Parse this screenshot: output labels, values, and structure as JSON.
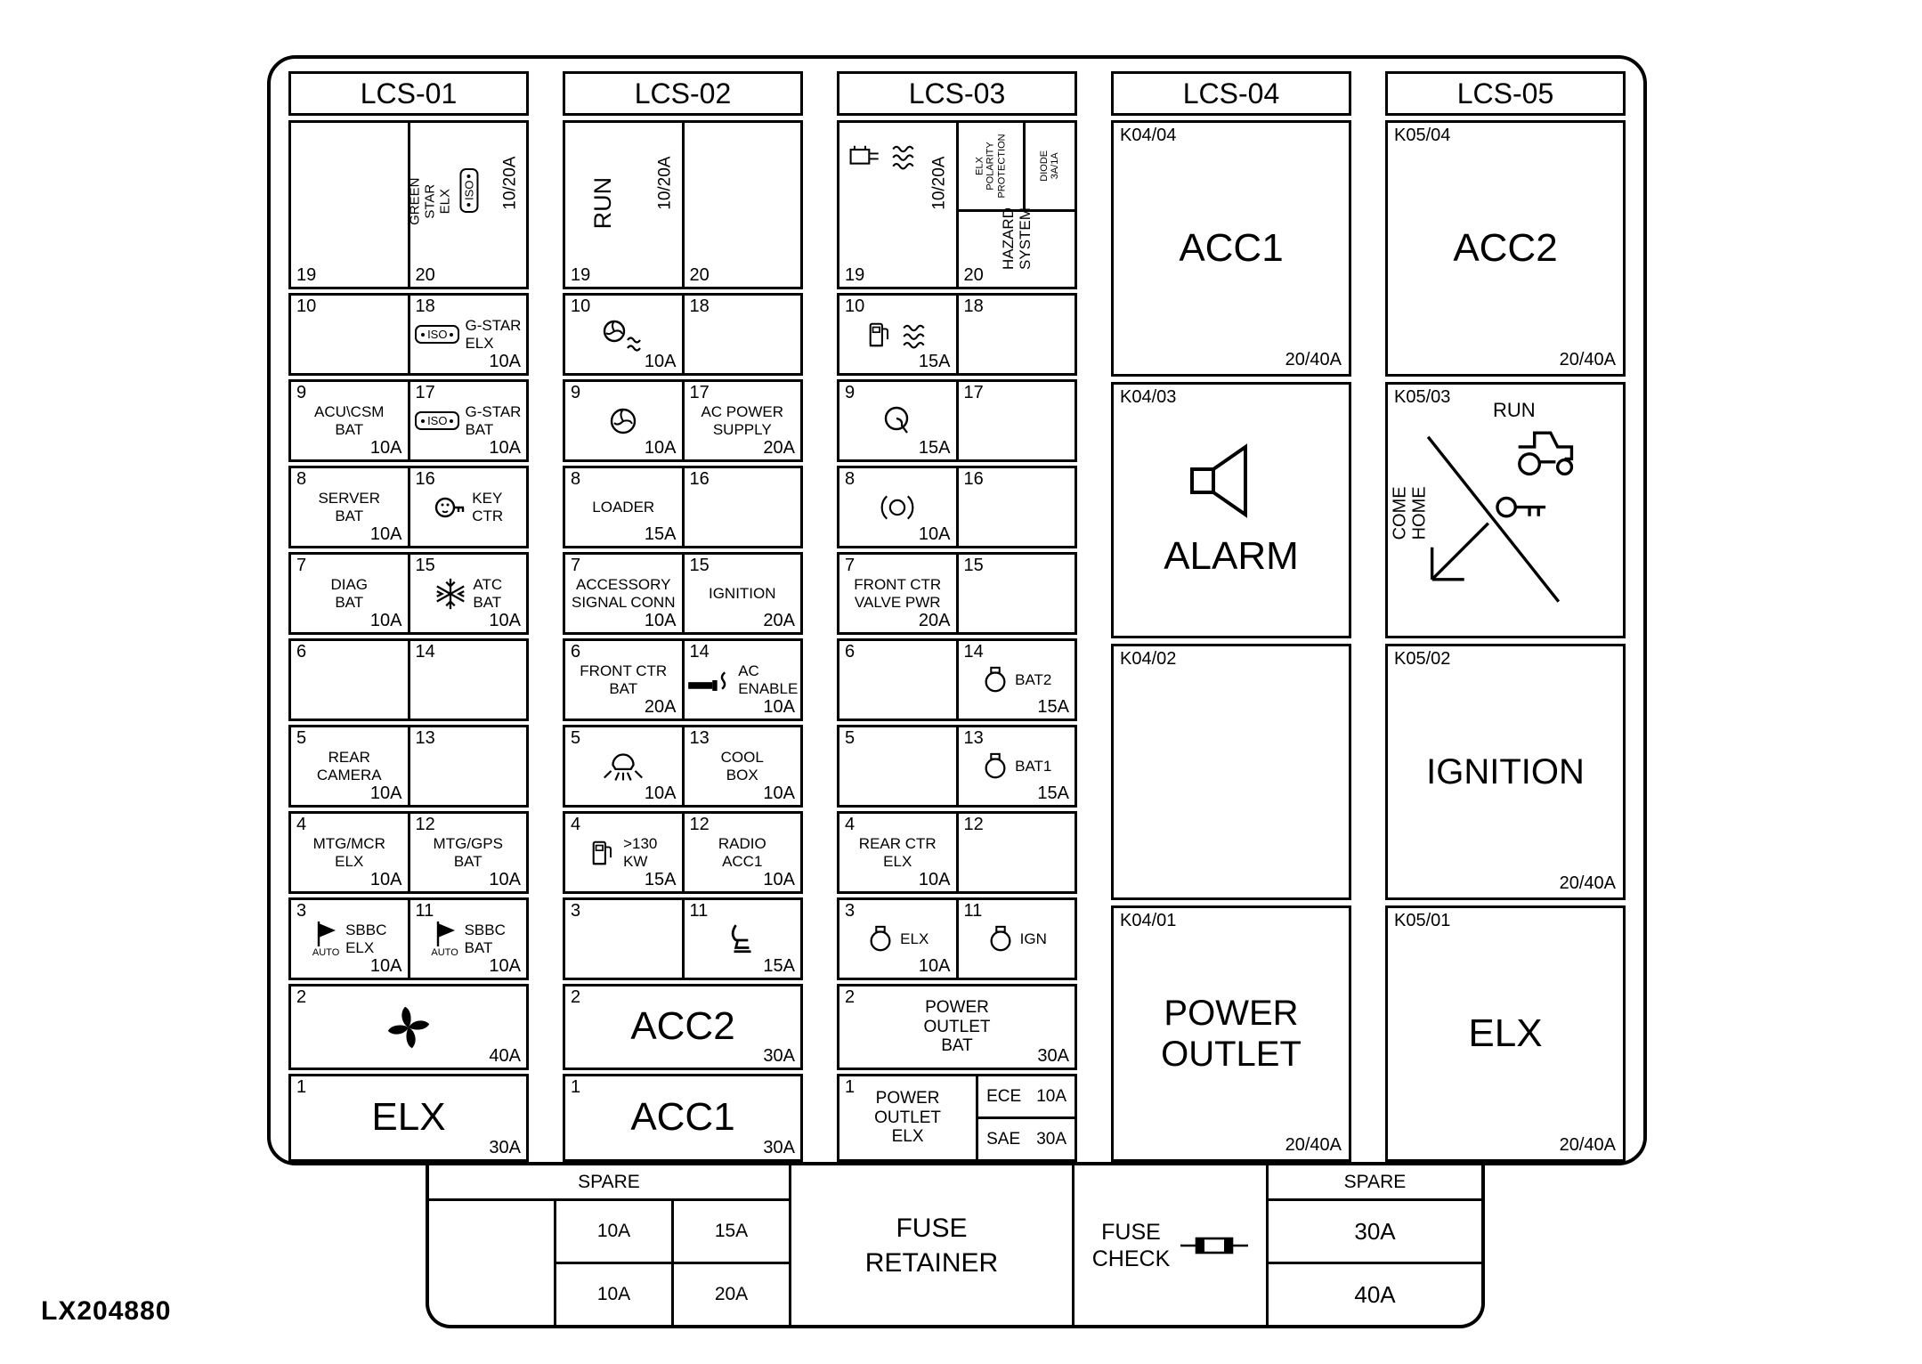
{
  "figure_label": "LX204880",
  "headers": {
    "lcs01": "LCS-01",
    "lcs02": "LCS-02",
    "lcs03": "LCS-03",
    "lcs04": "LCS-04",
    "lcs05": "LCS-05"
  },
  "icons": {
    "iso-connector-icon": "rounded chip with ISO text and pin dots",
    "key-icon": "key head with teeth",
    "snowflake-icon": "snowflake",
    "auto-flag-icon": "black pennant flag",
    "fan-icon": "four-blade fan",
    "heater-fan-icon": "fan circle with heat waves",
    "blower-fan-icon": "fan circle",
    "cigarette-lighter-icon": "lighter bar with smoke",
    "work-light-icon": "lamp dome with rays",
    "fuel-pump-icon": "fuel pump with hose",
    "seat-icon": "seat profile",
    "cab-heater-icon": "heater box",
    "heat-waves-icon": "triple wavy lines",
    "horn-icon": "circle with curl",
    "brake-icon": "circle between arcs",
    "lamp-icon": "round lamp with top nub",
    "alarm-speaker-icon": "horn speaker",
    "come-home-run-icon": "tractor, key, arrow and diagonal line",
    "fuse-symbol-icon": "cartridge fuse on a wire"
  },
  "lcs01": {
    "c19": {
      "num": "19"
    },
    "c20": {
      "num": "20",
      "label": "GREEN\nSTAR\nELX",
      "icon_text": "ISO",
      "amp": "10/20A"
    },
    "c10": {
      "num": "10"
    },
    "c18": {
      "num": "18",
      "icon_text": "ISO",
      "label": "G-STAR\nELX",
      "amp": "10A"
    },
    "c9": {
      "num": "9",
      "label": "ACU\\CSM\nBAT",
      "amp": "10A"
    },
    "c17": {
      "num": "17",
      "icon_text": "ISO",
      "label": "G-STAR\nBAT",
      "amp": "10A"
    },
    "c8": {
      "num": "8",
      "label": "SERVER\nBAT",
      "amp": "10A"
    },
    "c16": {
      "num": "16",
      "label": "KEY\nCTR"
    },
    "c7": {
      "num": "7",
      "label": "DIAG\nBAT",
      "amp": "10A"
    },
    "c15": {
      "num": "15",
      "label": "ATC\nBAT",
      "amp": "10A"
    },
    "c6": {
      "num": "6"
    },
    "c14": {
      "num": "14"
    },
    "c5": {
      "num": "5",
      "label": "REAR\nCAMERA",
      "amp": "10A"
    },
    "c13": {
      "num": "13"
    },
    "c4": {
      "num": "4",
      "label": "MTG/MCR\nELX",
      "amp": "10A"
    },
    "c12": {
      "num": "12",
      "label": "MTG/GPS\nBAT",
      "amp": "10A"
    },
    "c3": {
      "num": "3",
      "flag_text": "AUTO",
      "label": "SBBC\nELX",
      "amp": "10A"
    },
    "c11": {
      "num": "11",
      "flag_text": "AUTO",
      "label": "SBBC\nBAT",
      "amp": "10A"
    },
    "c2": {
      "num": "2",
      "amp": "40A"
    },
    "c1": {
      "num": "1",
      "label": "ELX",
      "amp": "30A"
    }
  },
  "lcs02": {
    "c19": {
      "num": "19",
      "label": "RUN",
      "amp": "10/20A"
    },
    "c20": {
      "num": "20"
    },
    "c10": {
      "num": "10",
      "amp": "10A"
    },
    "c18": {
      "num": "18"
    },
    "c9": {
      "num": "9",
      "amp": "10A"
    },
    "c17": {
      "num": "17",
      "label": "AC POWER\nSUPPLY",
      "amp": "20A"
    },
    "c8": {
      "num": "8",
      "label": "LOADER",
      "amp": "15A"
    },
    "c16": {
      "num": "16"
    },
    "c7": {
      "num": "7",
      "label": "ACCESSORY\nSIGNAL CONN",
      "amp": "10A"
    },
    "c15": {
      "num": "15",
      "label": "IGNITION",
      "amp": "20A"
    },
    "c6": {
      "num": "6",
      "label": "FRONT CTR\nBAT",
      "amp": "20A"
    },
    "c14": {
      "num": "14",
      "label": "AC\nENABLE",
      "amp": "10A"
    },
    "c5": {
      "num": "5",
      "amp": "10A"
    },
    "c13": {
      "num": "13",
      "label": "COOL\nBOX",
      "amp": "10A"
    },
    "c4": {
      "num": "4",
      "label": ">130\nKW",
      "amp": "15A"
    },
    "c12": {
      "num": "12",
      "label": "RADIO\nACC1",
      "amp": "10A"
    },
    "c3": {
      "num": "3"
    },
    "c11": {
      "num": "11",
      "amp": "15A"
    },
    "c2": {
      "num": "2",
      "label": "ACC2",
      "amp": "30A"
    },
    "c1": {
      "num": "1",
      "label": "ACC1",
      "amp": "30A"
    }
  },
  "lcs03": {
    "c19": {
      "num": "19",
      "amp": "10/20A"
    },
    "c20": {
      "num": "20",
      "diode_label": "ELX\nPOLARITY\nPROTECTION",
      "diode_rating": "DIODE\n3A/1A",
      "hazard_label": "HAZARD\nSYSTEM"
    },
    "c10": {
      "num": "10",
      "amp": "15A"
    },
    "c18": {
      "num": "18"
    },
    "c9": {
      "num": "9",
      "amp": "15A"
    },
    "c17": {
      "num": "17"
    },
    "c8": {
      "num": "8",
      "amp": "10A"
    },
    "c16": {
      "num": "16"
    },
    "c7": {
      "num": "7",
      "label": "FRONT CTR\nVALVE PWR",
      "amp": "20A"
    },
    "c15": {
      "num": "15"
    },
    "c6": {
      "num": "6"
    },
    "c14": {
      "num": "14",
      "label": "BAT2",
      "amp": "15A"
    },
    "c5": {
      "num": "5"
    },
    "c13": {
      "num": "13",
      "label": "BAT1",
      "amp": "15A"
    },
    "c4": {
      "num": "4",
      "label": "REAR CTR\nELX",
      "amp": "10A"
    },
    "c12": {
      "num": "12"
    },
    "c3": {
      "num": "3",
      "label": "ELX",
      "amp": "10A"
    },
    "c11": {
      "num": "11",
      "label": "IGN"
    },
    "c2": {
      "num": "2",
      "label": "POWER\nOUTLET\nBAT",
      "amp": "30A"
    },
    "c1": {
      "num": "1",
      "label": "POWER\nOUTLET\nELX",
      "ece_label": "ECE",
      "ece_amp": "10A",
      "sae_label": "SAE",
      "sae_amp": "30A"
    }
  },
  "lcs04": {
    "k4": {
      "id": "K04/04",
      "label": "ACC1",
      "amp": "20/40A"
    },
    "k3": {
      "id": "K04/03",
      "label": "ALARM"
    },
    "k2": {
      "id": "K04/02"
    },
    "k1": {
      "id": "K04/01",
      "label": "POWER\nOUTLET",
      "amp": "20/40A"
    }
  },
  "lcs05": {
    "k4": {
      "id": "K05/04",
      "label": "ACC2",
      "amp": "20/40A"
    },
    "k3": {
      "id": "K05/03",
      "come_home": "COME HOME",
      "run": "RUN"
    },
    "k2": {
      "id": "K05/02",
      "label": "IGNITION",
      "amp": "20/40A"
    },
    "k1": {
      "id": "K05/01",
      "label": "ELX",
      "amp": "20/40A"
    }
  },
  "bottom": {
    "spare_left_title": "SPARE",
    "spare_left": {
      "r1c1": "10A",
      "r1c2": "15A",
      "r2c1": "10A",
      "r2c2": "20A"
    },
    "fuse_retainer": "FUSE\nRETAINER",
    "fuse_check": "FUSE\nCHECK",
    "spare_right_title": "SPARE",
    "spare_right": {
      "r1": "30A",
      "r2": "40A"
    }
  }
}
